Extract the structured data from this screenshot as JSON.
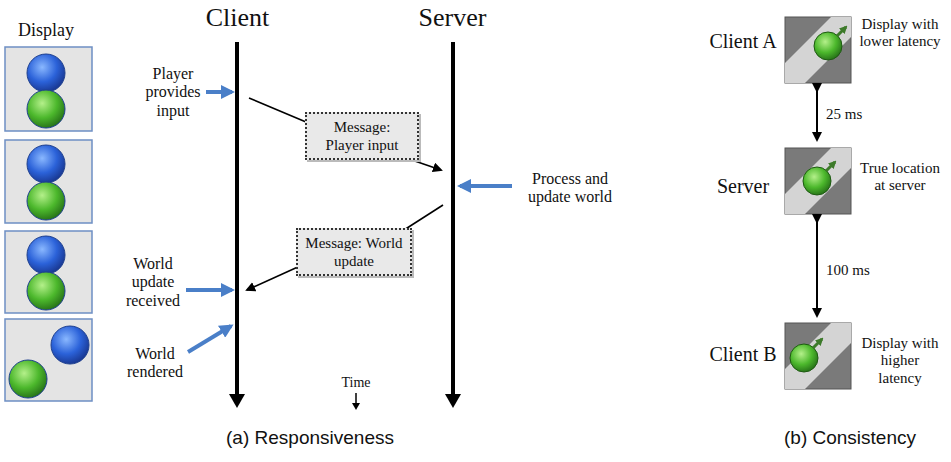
{
  "diagram": {
    "nodes": [
      {
        "text": [
          "Message: Player input"
        ]
      },
      {
        "text": [
          "Message: World update"
        ]
      }
    ],
    "labels": [
      "Display",
      "Client",
      "Server",
      "Player provides input",
      "Process and update world",
      "World update received",
      "World rendered",
      "Time",
      "(a) Responsiveness",
      "Client A",
      "Display with lower latency",
      "25 ms",
      "Server",
      "True location at server",
      "100 ms",
      "Client B",
      "Display with higher latency",
      "(b) Consistency"
    ]
  }
}
